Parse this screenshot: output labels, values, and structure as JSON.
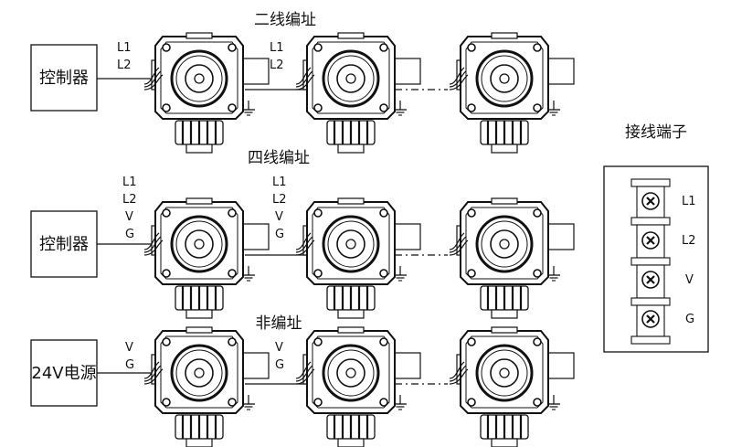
{
  "sections": [
    {
      "title": "二线编址",
      "source": "控制器",
      "wires_a": [
        "L1",
        "L2"
      ],
      "wires_b": [
        "L1",
        "L2"
      ]
    },
    {
      "title": "四线编址",
      "source": "控制器",
      "wires_a": [
        "L1",
        "L2",
        "V",
        "G"
      ],
      "wires_b": [
        "L1",
        "L2",
        "V",
        "G"
      ]
    },
    {
      "title": "非编址",
      "source": "24V电源",
      "wires_a": [
        "V",
        "G"
      ],
      "wires_b": [
        "V",
        "G"
      ]
    }
  ],
  "terminal": {
    "title": "接线端子",
    "labels": [
      "L1",
      "L2",
      "V",
      "G"
    ]
  }
}
